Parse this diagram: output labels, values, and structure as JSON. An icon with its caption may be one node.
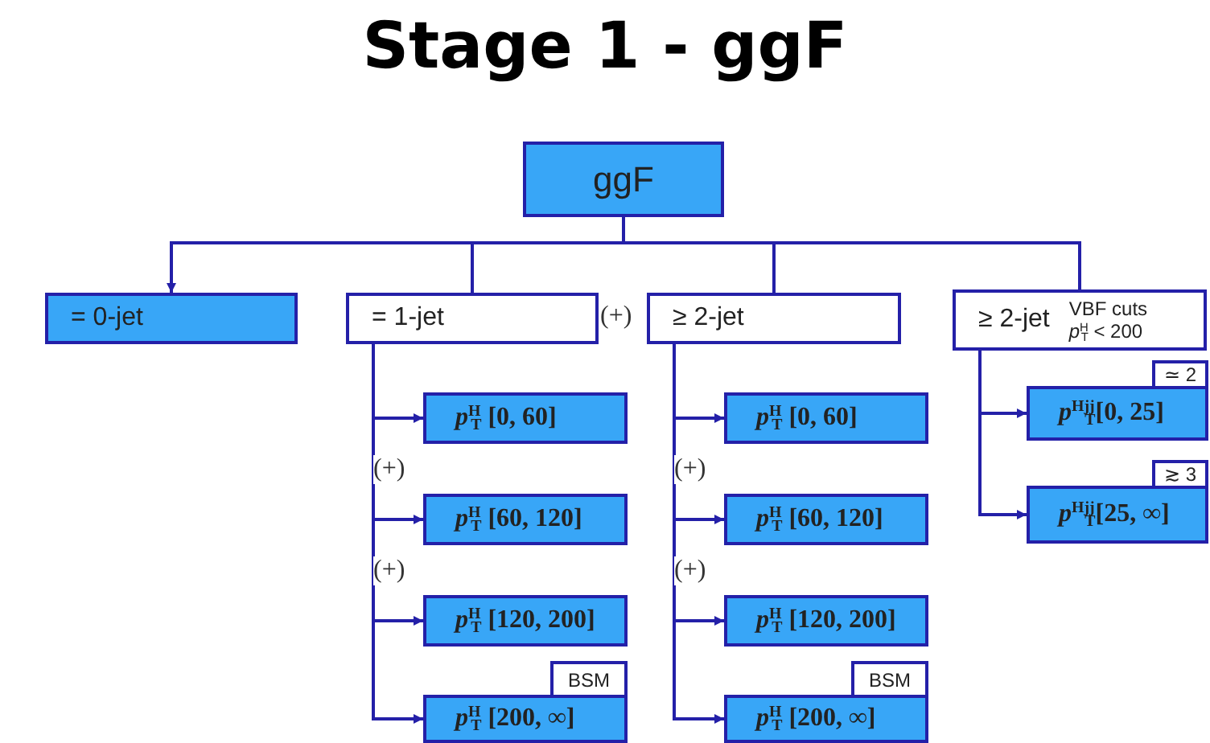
{
  "diagram": {
    "title": "Stage 1 - ggF",
    "nodes": [
      {
        "text": [
          "ggF"
        ]
      },
      {
        "text": [
          "= 0-jet"
        ]
      },
      {
        "text": [
          "= 1-jet"
        ]
      },
      {
        "text": [
          "≥ 2-jet"
        ]
      },
      {
        "text": [
          "≥ 2-jet",
          "VBF cuts",
          "*p*$^{H}$$_{T}$ < 200"
        ]
      },
      {
        "text": [
          "*p*$^{H}$$_{T}$ [0, 60]"
        ]
      },
      {
        "text": [
          "*p*$^{H}$$_{T}$ [60, 120]"
        ]
      },
      {
        "text": [
          "*p*$^{H}$$_{T}$ [120, 200]"
        ]
      },
      {
        "text": [
          "BSM"
        ]
      },
      {
        "text": [
          "*p*$^{H}$$_{T}$ [200, ∞]"
        ]
      },
      {
        "text": [
          "*p*$^{H}$$_{T}$ [0, 60]"
        ]
      },
      {
        "text": [
          "*p*$^{H}$$_{T}$ [60, 120]"
        ]
      },
      {
        "text": [
          "*p*$^{H}$$_{T}$ [120, 200]"
        ]
      },
      {
        "text": [
          "BSM"
        ]
      },
      {
        "text": [
          "*p*$^{H}$$_{T}$ [200, ∞]"
        ]
      },
      {
        "text": [
          "≃ 2"
        ]
      },
      {
        "text": [
          "*p*$^{Hjj}$$_{T}$[0, 25]"
        ]
      },
      {
        "text": [
          "≳ 3"
        ]
      },
      {
        "text": [
          "*p*$^{Hjj}$$_{T}$[25, ∞]"
        ]
      }
    ],
    "edges": [
      {
        "from": 0,
        "to": 1,
        "arrow": "to"
      },
      {
        "from": 0,
        "to": 2,
        "arrow": "none"
      },
      {
        "from": 0,
        "to": 3,
        "arrow": "none"
      },
      {
        "from": 0,
        "to": 4,
        "arrow": "none"
      },
      {
        "from": 2,
        "to": 5,
        "arrow": "to"
      },
      {
        "from": 2,
        "to": 6,
        "arrow": "to"
      },
      {
        "from": 2,
        "to": 7,
        "arrow": "to"
      },
      {
        "from": 2,
        "to": 9,
        "arrow": "to"
      },
      {
        "from": 3,
        "to": 10,
        "arrow": "to"
      },
      {
        "from": 3,
        "to": 11,
        "arrow": "to"
      },
      {
        "from": 3,
        "to": 12,
        "arrow": "to"
      },
      {
        "from": 3,
        "to": 14,
        "arrow": "to"
      },
      {
        "from": 4,
        "to": 16,
        "arrow": "to"
      },
      {
        "from": 4,
        "to": 18,
        "arrow": "to"
      }
    ],
    "labels": [
      "(+)",
      "(+)",
      "(+)",
      "(+)",
      "(+)"
    ]
  }
}
